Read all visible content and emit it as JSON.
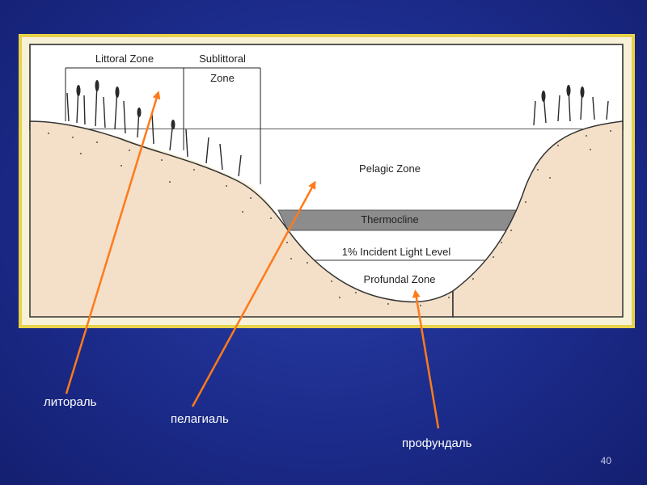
{
  "diagram": {
    "zone_labels": {
      "littoral": "Littoral Zone",
      "sublittoral_1": "Sublittoral",
      "sublittoral_2": "Zone",
      "pelagic": "Pelagic Zone",
      "thermocline": "Thermocline",
      "light_level": "1% Incident Light Level",
      "profundal": "Profundal Zone"
    }
  },
  "captions": {
    "littoral": "литораль",
    "pelagic": "пелагиаль",
    "profundal": "профундаль"
  },
  "slide_number": "40",
  "colors": {
    "background": "#1c2c8c",
    "frame": "#e8d24a",
    "sediment": "#f4dfc8",
    "thermocline": "#8c8c8c",
    "arrow": "#ff7a1a"
  }
}
